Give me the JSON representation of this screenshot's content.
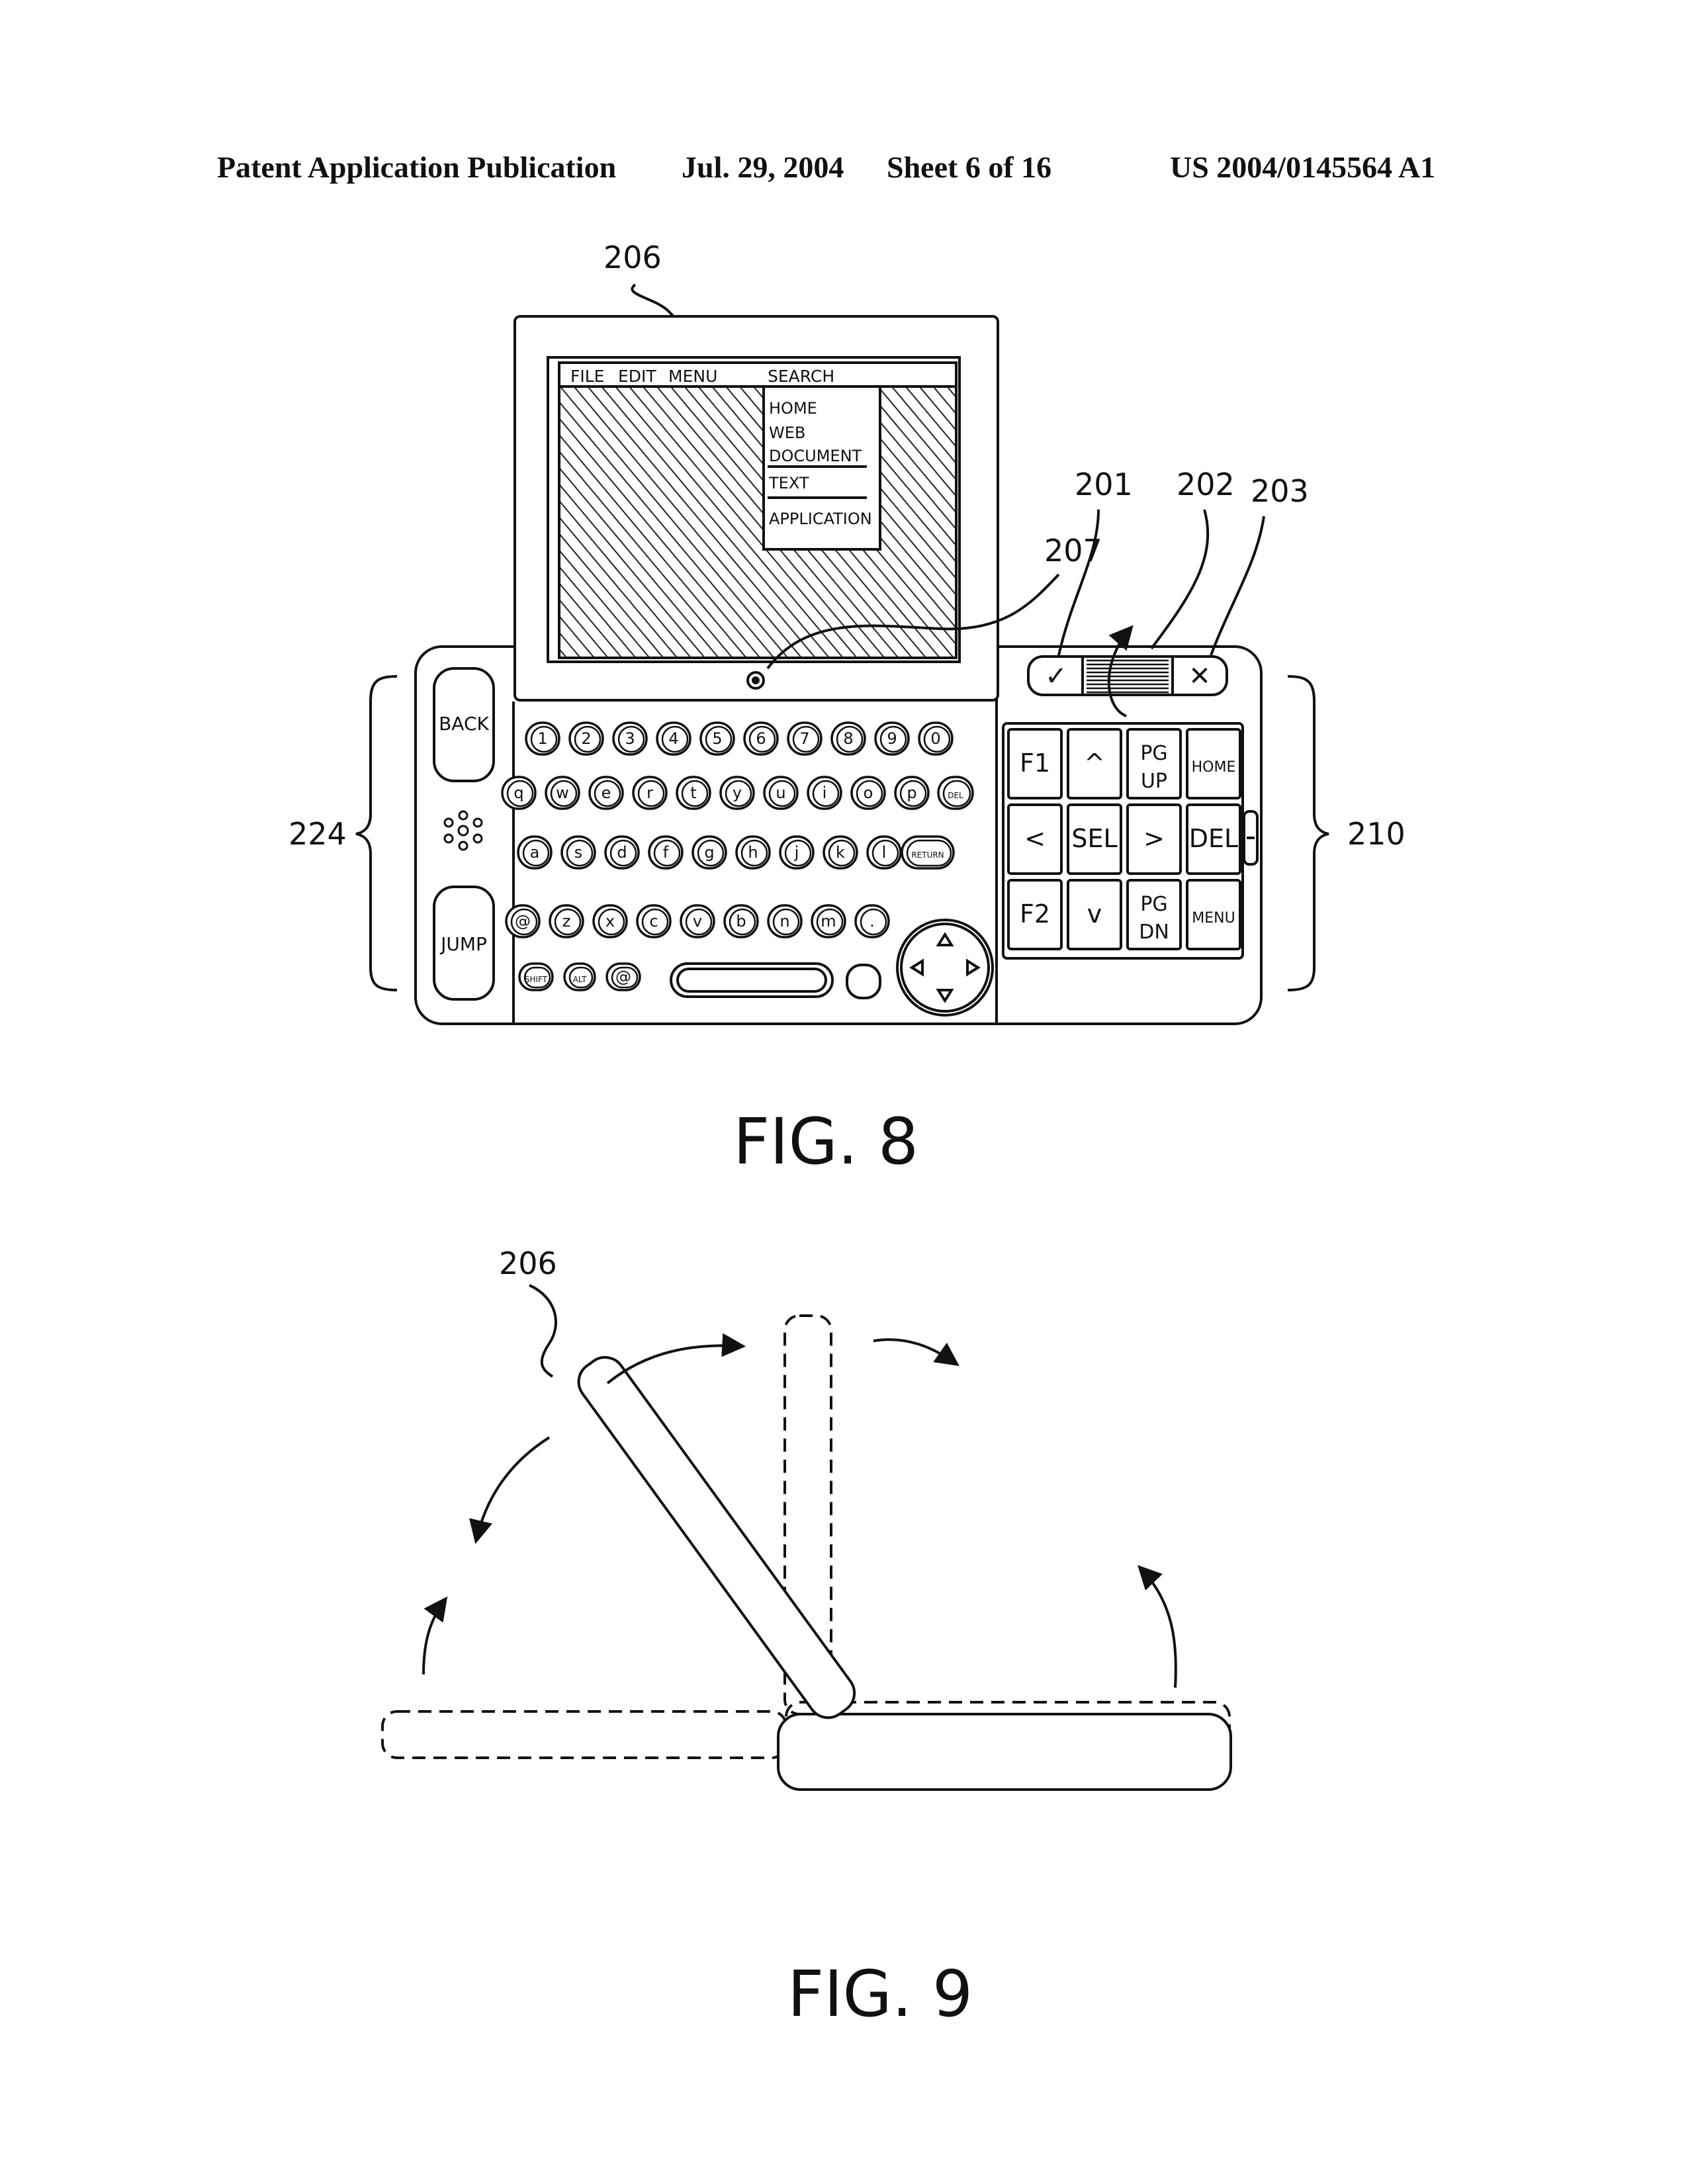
{
  "header": {
    "left": "Patent Application Publication",
    "date": "Jul. 29, 2004",
    "sheet": "Sheet 6 of 16",
    "number": "US 2004/0145564 A1"
  },
  "fig8": {
    "caption": "FIG. 8",
    "refs": {
      "r206": "206",
      "r207": "207",
      "r201": "201",
      "r202": "202",
      "r203": "203",
      "r224": "224",
      "r210": "210"
    },
    "menubar": [
      "FILE",
      "EDIT",
      "MENU",
      "SEARCH"
    ],
    "dropdown": [
      "HOME",
      "WEB",
      "DOCUMENT",
      "TEXT",
      "APPLICATION"
    ],
    "side_buttons": {
      "back": "BACK",
      "jump": "JUMP"
    },
    "confirm_bar": {
      "check": "✓",
      "cancel": "✕"
    },
    "key_rows": [
      [
        "1",
        "2",
        "3",
        "4",
        "5",
        "6",
        "7",
        "8",
        "9",
        "0"
      ],
      [
        "q",
        "w",
        "e",
        "r",
        "t",
        "y",
        "u",
        "i",
        "o",
        "p",
        "DEL"
      ],
      [
        "a",
        "s",
        "d",
        "f",
        "g",
        "h",
        "j",
        "k",
        "l",
        "RETURN"
      ],
      [
        "@",
        "z",
        "x",
        "c",
        "v",
        "b",
        "n",
        "m",
        "."
      ],
      [
        "SHIFT",
        "ALT",
        "@"
      ]
    ],
    "nav_keys": [
      "F1",
      "^",
      "PG UP",
      "HOME",
      "<",
      "SEL",
      ">",
      "DEL",
      "F2",
      "v",
      "PG DN",
      "MENU"
    ]
  },
  "fig9": {
    "caption": "FIG. 9",
    "refs": {
      "r206": "206"
    }
  },
  "colors": {
    "ink": "#111111",
    "paper": "#ffffff"
  }
}
